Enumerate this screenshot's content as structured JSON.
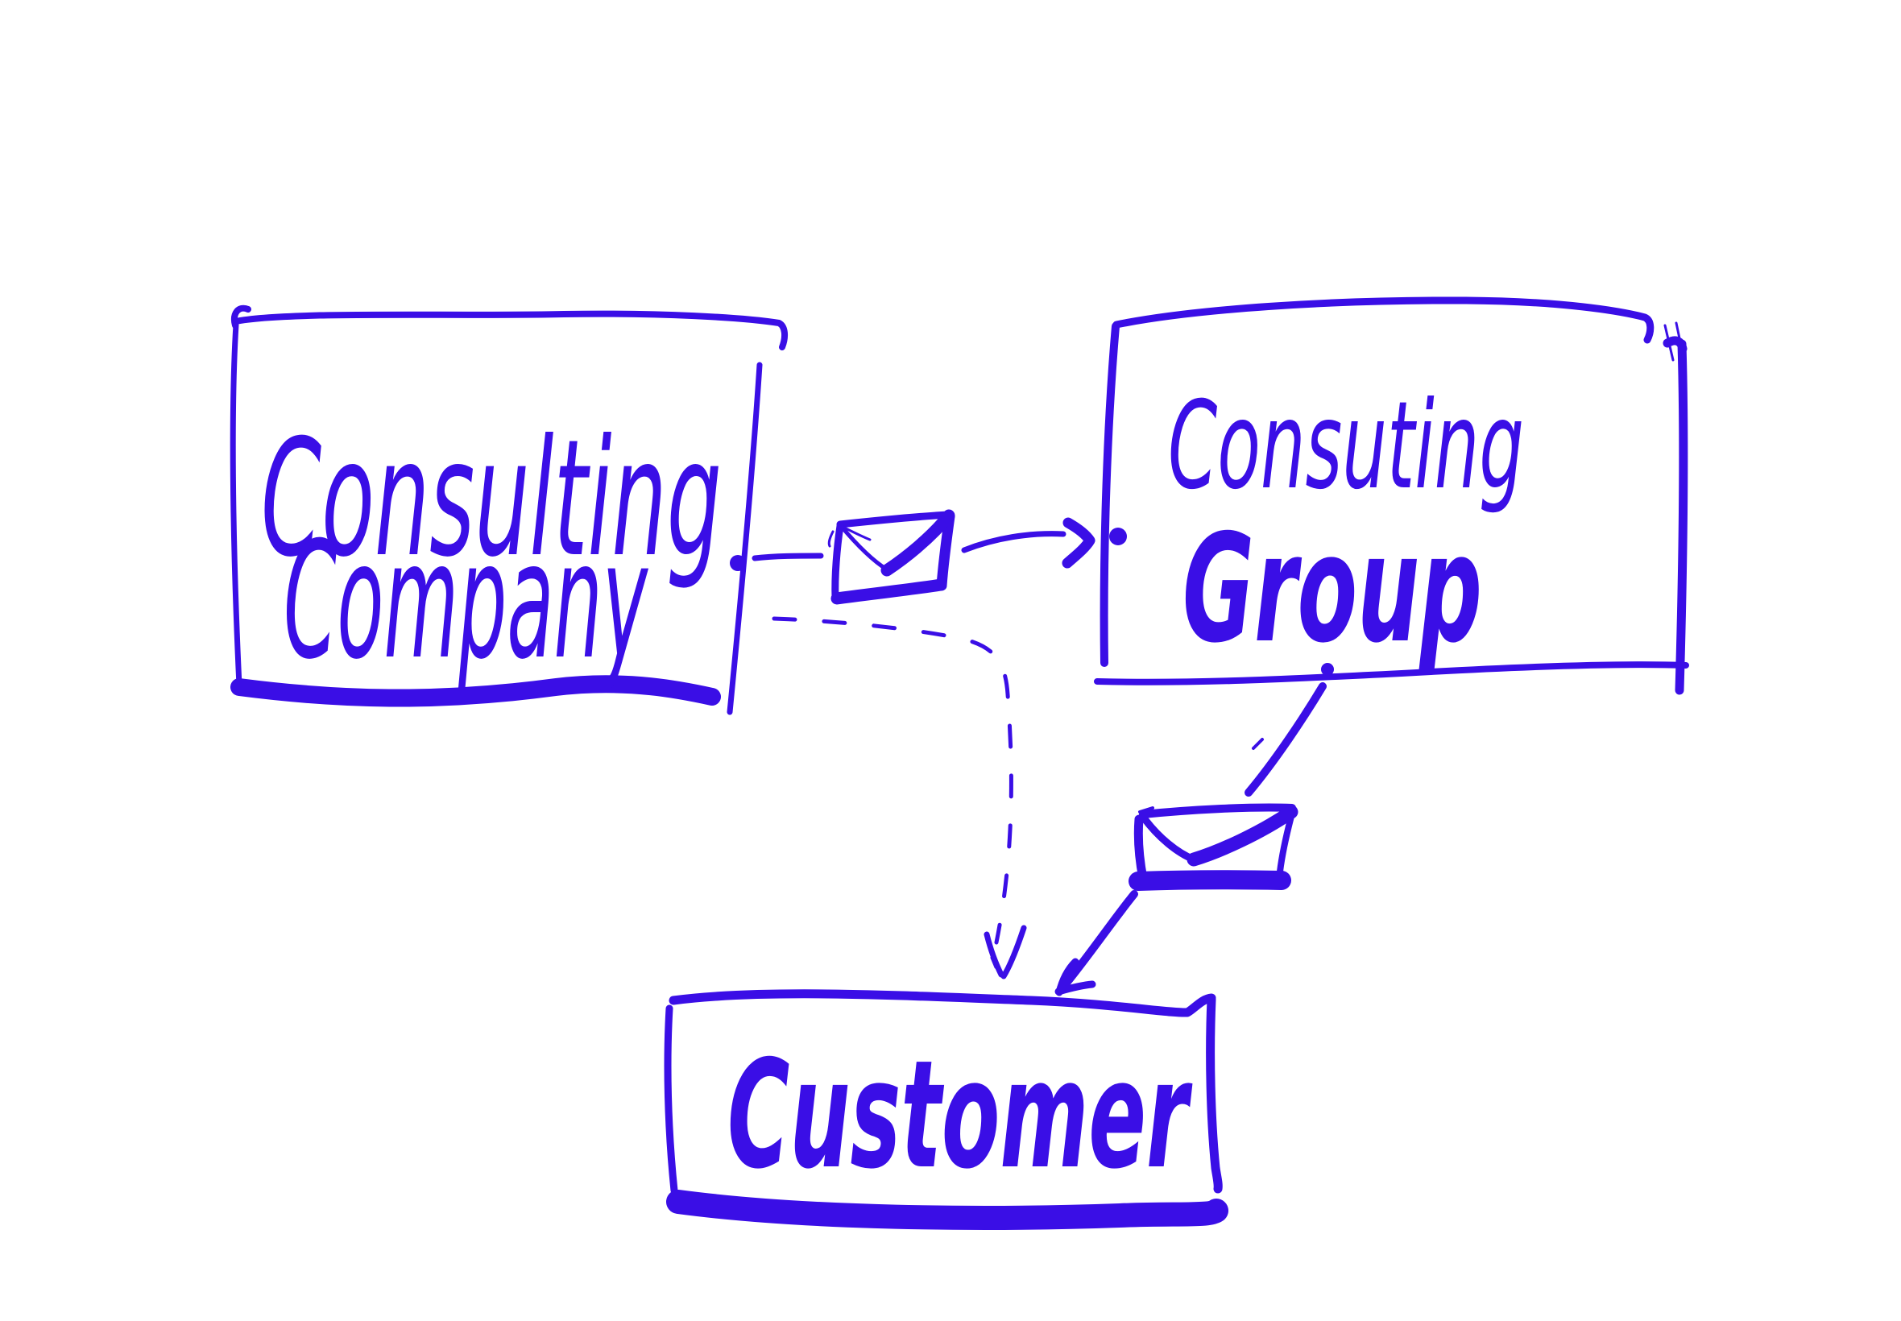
{
  "canvas": {
    "background": "#ffffff",
    "ink_color": "#3A0EE6"
  },
  "diagram": {
    "title": "hand-drawn consulting message flow sketch",
    "nodes": [
      {
        "id": "consulting-company",
        "label_line1": "Consulting",
        "label_line2": "Company"
      },
      {
        "id": "consulting-group",
        "label_line1": "Consuting",
        "label_line2": "Group"
      },
      {
        "id": "customer",
        "label_line1": "Customer"
      }
    ],
    "connectors": [
      {
        "from": "consulting-company",
        "to": "consulting-group",
        "style": "solid-arrow",
        "icon": "envelope-icon"
      },
      {
        "from": "consulting-group",
        "to": "customer",
        "style": "solid-arrow",
        "icon": "envelope-icon"
      },
      {
        "from": "consulting-company",
        "to": "customer",
        "style": "dashed-arrow",
        "icon": null
      }
    ]
  }
}
